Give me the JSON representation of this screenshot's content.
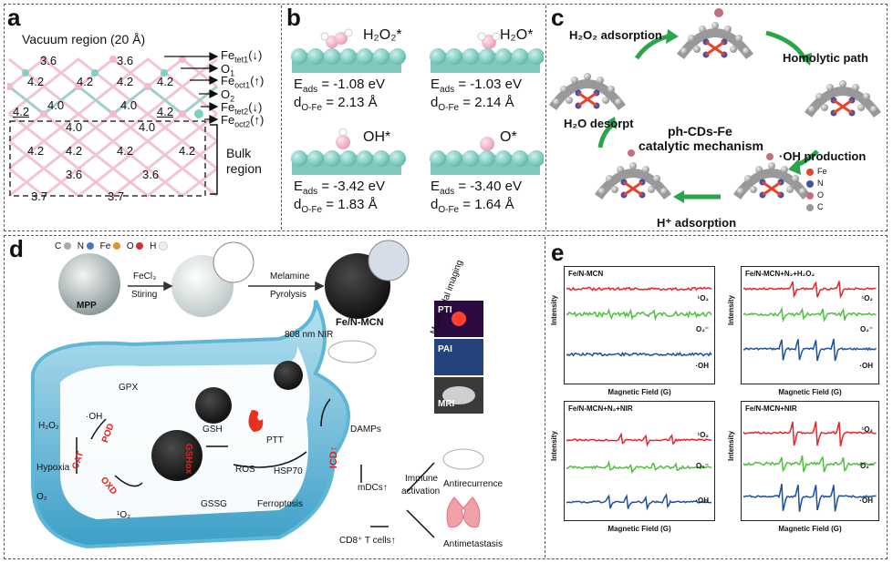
{
  "panels": {
    "a": {
      "letter": "a",
      "vacuum_label": "Vacuum region (20 Å)",
      "layer_labels": [
        "Fe<sub>tet1</sub>(↓)",
        "O<sub>1</sub>",
        "Fe<sub>oct1</sub>(↑)",
        "O<sub>2</sub>",
        "Fe<sub>tet2</sub>(↓)",
        "Fe<sub>oct2</sub>(↑)"
      ],
      "bulk_label_1": "Bulk",
      "bulk_label_2": "region",
      "row1": [
        "3.6",
        "3.6"
      ],
      "row2": [
        "4.2",
        "4.2",
        "4.2",
        "4.2"
      ],
      "row3": [
        "4.2",
        "4.0",
        "4.0",
        "4.2"
      ],
      "row4": [
        "4.0",
        "4.0"
      ],
      "row5": [
        "4.2",
        "4.2",
        "4.2",
        "4.2"
      ],
      "row6": [
        "3.6",
        "3.6"
      ],
      "row7": [
        "3.7",
        "3.7"
      ]
    },
    "b": {
      "letter": "b",
      "species": [
        "H₂O₂*",
        "H₂O*",
        "OH*",
        "O*"
      ],
      "eads": [
        "= -1.08 eV",
        "= -1.03 eV",
        "= -3.42 eV",
        "= -3.40 eV"
      ],
      "dofe": [
        "= 2.13 Å",
        "= 2.14 Å",
        "= 1.83 Å",
        "= 1.64 Å"
      ],
      "e_sub": "ads",
      "d_sub": "O-Fe"
    },
    "c": {
      "letter": "c",
      "steps": [
        "H₂O₂ adsorption",
        "Homolytic path",
        "·OH production",
        "H⁺ adsorption",
        "H₂O desorpt"
      ],
      "center_1": "ph-CDs-Fe",
      "center_2": "catalytic mechanism",
      "legend": [
        "Fe",
        "N",
        "O",
        "C"
      ]
    },
    "d": {
      "letter": "d",
      "atom_legend": [
        "C",
        "N",
        "Fe",
        "O",
        "H"
      ],
      "mpp": "MPP",
      "fecl3_1": "FeCl₃",
      "fecl3_2": "Stiring",
      "melamine_1": "Melamine",
      "melamine_2": "Pyrolysis",
      "product": "Fe/N-MCN",
      "nir": "808 nm NIR",
      "multimodal": "Multimodal imaging",
      "imaging": [
        "PTI",
        "PAI",
        "MRI"
      ],
      "labels": {
        "gpx": "GPX",
        "h2o2": "H₂O₂",
        "oh": "·OH",
        "hypoxia": "Hypoxia",
        "o2": "O₂",
        "singlet": "¹O₂",
        "pod": "POD",
        "cat": "CAT",
        "oxd": "OXD",
        "gsh": "GSH",
        "gshox": "GSHox",
        "gssg": "GSSG",
        "ros": "ROS",
        "ptt": "PTT",
        "hsp70": "HSP70",
        "ferroptosis": "Ferroptosis",
        "icd": "ICD↑",
        "damps": "DAMPs",
        "mdcs": "mDCs↑",
        "cd8": "CD8⁺ T cells↑",
        "immune_1": "Immune",
        "immune_2": "activation",
        "antirec": "Antirecurrence",
        "antimet": "Antimetastasis"
      }
    },
    "e": {
      "letter": "e",
      "xlabel": "Magnetic Field (G)",
      "ylabel": "Intensity",
      "trace_labels": [
        "¹O₂",
        "O₂⁻",
        "·OH"
      ],
      "titles": [
        "Fe/N-MCN",
        "Fe/N-MCN+N₂+H₂O₂",
        "Fe/N-MCN+N₂+NIR",
        "Fe/N-MCN+NIR"
      ],
      "colors": {
        "singlet": "#e8242a",
        "superoxide": "#4fbf3f",
        "hydroxyl": "#1e4fa3"
      }
    }
  },
  "colors": {
    "fe_atom": "#7fd0c4",
    "o_atom": "#f4b8cf",
    "pink_lattice": "#f3c2d6",
    "cyan_lattice": "#88d4cc",
    "arrow_green": "#2aa54a",
    "water": "#7cc3e0",
    "red_text": "#e02020"
  }
}
